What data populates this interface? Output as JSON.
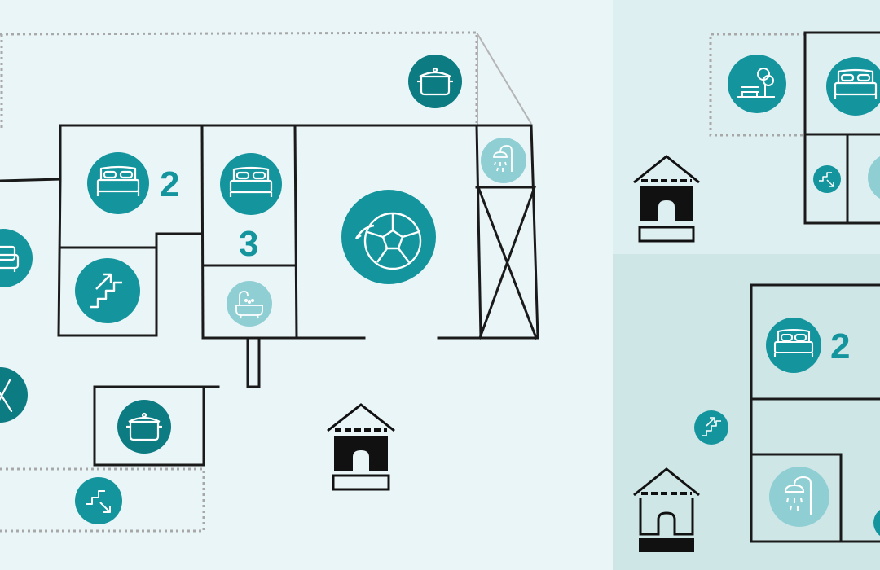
{
  "colors": {
    "background": "#eaf5f7",
    "panel_top": "#deeff2",
    "panel_bottom": "#cfe6e7",
    "wall": "#1a1a1a",
    "dotted": "#a8a8a8",
    "accent": "#14959d",
    "accent_dark": "#0d7b82",
    "light": "#9fd3d8"
  },
  "rooms": [
    {
      "id": "bedroom-a",
      "icon": "bed-icon",
      "number": "2"
    },
    {
      "id": "bedroom-b",
      "icon": "bed-icon",
      "number": "3"
    },
    {
      "id": "bedroom-c",
      "icon": "bed-icon",
      "number": "2"
    }
  ],
  "icons": [
    "bed-icon",
    "stairs-up-icon",
    "stairs-down-icon",
    "bathtub-icon",
    "shower-icon",
    "soccer-ball-icon",
    "cooking-pot-icon",
    "sofa-icon",
    "utensils-icon",
    "garden-bench-icon",
    "house-icon"
  ]
}
